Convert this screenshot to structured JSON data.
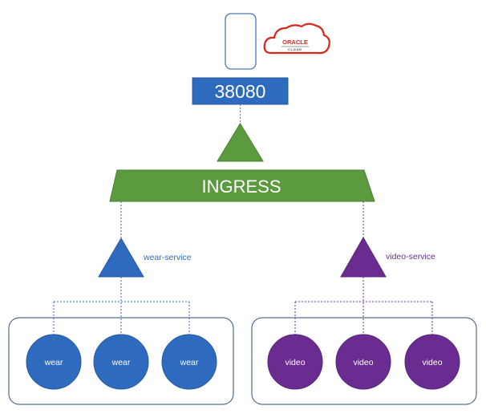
{
  "colors": {
    "blue": "#2e6bbf",
    "purple": "#6a2c91",
    "green": "#5b9a3e",
    "oracle_red": "#d9261c",
    "device_border": "#4a76b8",
    "group_border": "#2b4d7a"
  },
  "icons": {
    "device": "phone-outline-icon",
    "cloud": "oracle-cloud-logo-icon"
  },
  "logo": {
    "brand": "ORACLE",
    "sub": "CLOUD"
  },
  "port": {
    "label": "38080"
  },
  "ingress": {
    "label": "INGRESS"
  },
  "services": [
    {
      "label": "wear-service",
      "color": "#2e6bbf"
    },
    {
      "label": "video-service",
      "color": "#6a2c91"
    }
  ],
  "pod_groups": [
    {
      "service": "wear-service",
      "color": "#2e6bbf",
      "pods": [
        "wear",
        "wear",
        "wear"
      ]
    },
    {
      "service": "video-service",
      "color": "#6a2c91",
      "pods": [
        "video",
        "video",
        "video"
      ]
    }
  ]
}
